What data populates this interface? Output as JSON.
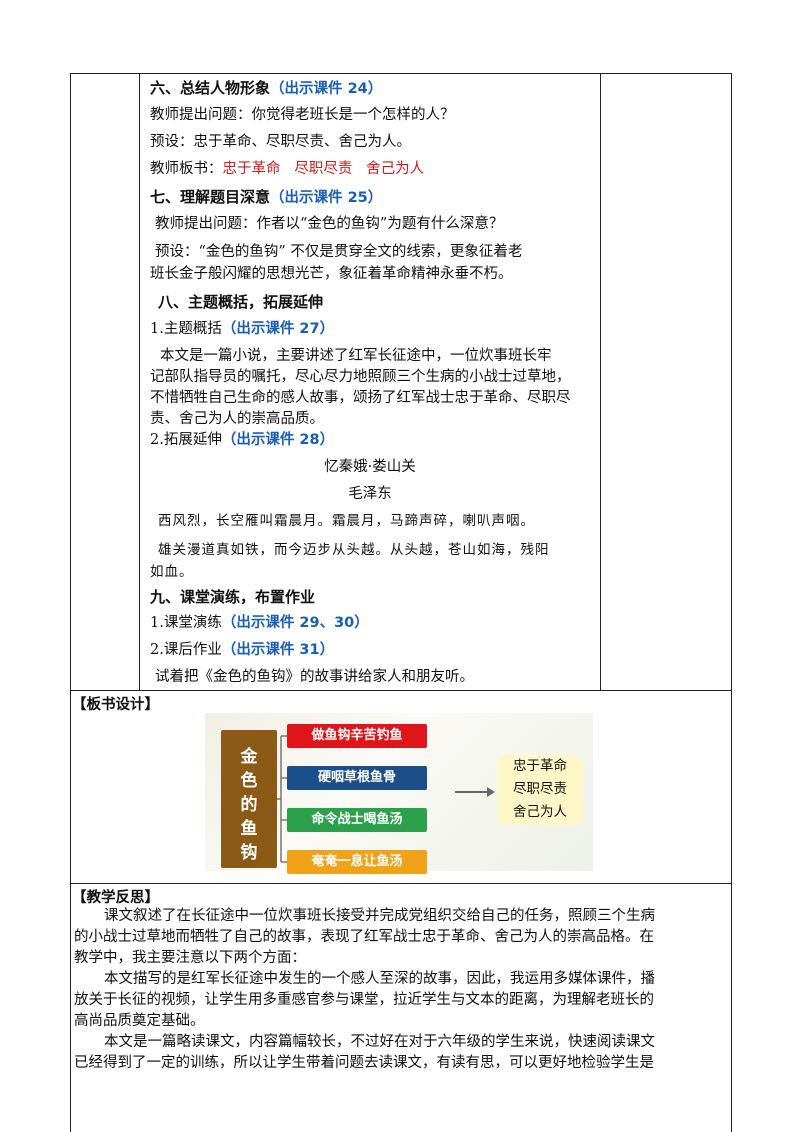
{
  "s6": {
    "heading": "六、总结人物形象",
    "ref": "（出示课件 24）",
    "q": "教师提出问题：你觉得老班长是一个怎样的人？",
    "preset": "预设：忠于革命、尽职尽责、舍己为人。",
    "board_label": "教师板书：",
    "board_items": [
      "忠于革命",
      "尽职尽责",
      "舍己为人"
    ]
  },
  "s7": {
    "heading": "七、理解题目深意",
    "ref": "（出示课件 25）",
    "q": "教师提出问题：作者以“金色的鱼钩”为题有什么深意？",
    "preset_l1": "预设：“金色的鱼钩” 不仅是贯穿全文的线索，更象征着老",
    "preset_l2": "班长金子般闪耀的思想光芒，象征着革命精神永垂不朽。"
  },
  "s8": {
    "heading": "八、主题概括，拓展延伸",
    "sub1": "1.主题概括",
    "sub1_ref": "（出示课件 27）",
    "para_l1": "本文是一篇小说，主要讲述了红军长征途中，一位炊事班长牢",
    "para_l2": "记部队指导员的嘱托，尽心尽力地照顾三个生病的小战士过草地，",
    "para_l3": "不惜牺牲自己生命的感人故事，颂扬了红军战士忠于革命、尽职尽",
    "para_l4": "责、舍己为人的崇高品质。",
    "sub2": "2.拓展延伸",
    "sub2_ref": "（出示课件 28）",
    "poem_title": "忆秦娥·娄山关",
    "poem_author": "毛泽东",
    "poem_l1": "西风烈，长空雁叫霜晨月。霜晨月，马蹄声碎，喇叭声咽。",
    "poem_l2": "雄关漫道真如铁，而今迈步从头越。从头越，苍山如海，残阳",
    "poem_l3": "如血。"
  },
  "s9": {
    "heading": "九、课堂演练，布置作业",
    "sub1": "1.课堂演练",
    "sub1_ref": "（出示课件 29、30）",
    "sub2": "2.课后作业",
    "sub2_ref": "（出示课件 31）",
    "task": "试着把《金色的鱼钩》的故事讲给家人和朋友听。"
  },
  "board_design": {
    "label": "【板书设计】",
    "title_chars": [
      "金",
      "色",
      "的",
      "鱼",
      "钩"
    ],
    "items": [
      {
        "text": "做鱼钩辛苦钓鱼",
        "color": "#e0141b"
      },
      {
        "text": "硬咽草根鱼骨",
        "color": "#1b4f8a"
      },
      {
        "text": "命令战士喝鱼汤",
        "color": "#2ca04a"
      },
      {
        "text": "奄奄一息让鱼汤",
        "color": "#f0a319"
      }
    ],
    "results": [
      "忠于革命",
      "尽职尽责",
      "舍己为人"
    ]
  },
  "reflection": {
    "label": "【教学反思】",
    "lines": [
      "课文叙述了在长征途中一位炊事班长接受并完成党组织交给自己的任务，照顾三个生病",
      "的小战士过草地而牺牲了自己的故事，表现了红军战士忠于革命、舍己为人的崇高品格。在",
      "教学中，我主要注意以下两个方面：",
      "本文描写的是红军长征途中发生的一个感人至深的故事，因此，我运用多媒体课件，播",
      "放关于长征的视频，让学生用多重感官参与课堂，拉近学生与文本的距离，为理解老班长的",
      "高尚品质奠定基础。",
      "本文是一篇略读课文，内容篇幅较长，不过好在对于六年级的学生来说，快速阅读课文",
      "已经得到了一定的训练，所以让学生带着问题去读课文，有读有思，可以更好地检验学生是"
    ]
  }
}
